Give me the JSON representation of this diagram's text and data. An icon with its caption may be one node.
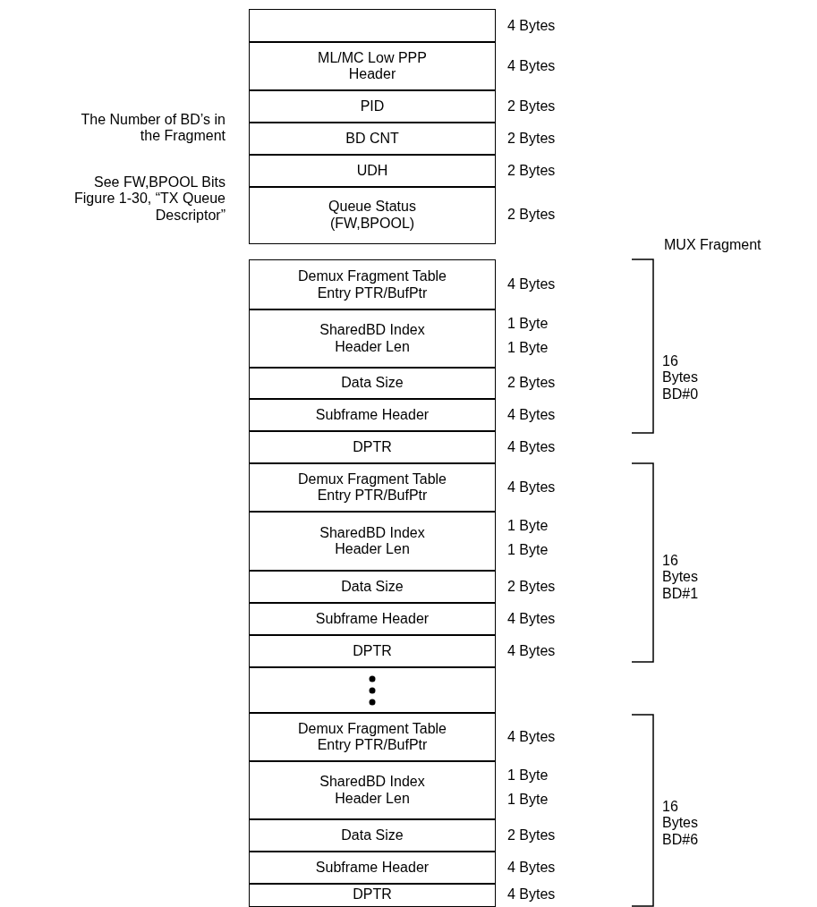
{
  "diagram": {
    "nodes": [
      {
        "text": [],
        "shape": "box",
        "beside": [
          "4 Bytes"
        ]
      },
      {
        "text": [
          "ML/MC Low PPP Header"
        ],
        "beside": [
          "4 Bytes"
        ]
      },
      {
        "text": [
          "PID"
        ],
        "beside": [
          "2 Bytes"
        ]
      },
      {
        "text": [
          "BD CNT"
        ],
        "beside": [
          "2 Bytes"
        ]
      },
      {
        "text": [
          "UDH"
        ],
        "beside": [
          "2 Bytes"
        ]
      },
      {
        "text": [
          "Queue Status (FW,BPOOL)"
        ],
        "beside": [
          "2 Bytes"
        ]
      },
      {
        "text": [
          "Demux Fragment Table Entry PTR/BufPtr"
        ],
        "beside": [
          "4 Bytes"
        ]
      },
      {
        "text": [
          "SharedBD Index Header Len"
        ],
        "beside": [
          "1 Byte",
          "1 Byte"
        ]
      },
      {
        "text": [
          "Data Size"
        ],
        "beside": [
          "2 Bytes"
        ]
      },
      {
        "text": [
          "Subframe Header"
        ],
        "beside": [
          "4 Bytes"
        ]
      },
      {
        "text": [
          "DPTR"
        ],
        "beside": [
          "4 Bytes"
        ]
      },
      {
        "text": [
          "Demux Fragment Table Entry PTR/BufPtr"
        ],
        "beside": [
          "4 Bytes"
        ]
      },
      {
        "text": [
          "SharedBD Index Header Len"
        ],
        "beside": [
          "1 Byte",
          "1 Byte"
        ]
      },
      {
        "text": [
          "Data Size"
        ],
        "beside": [
          "2 Bytes"
        ]
      },
      {
        "text": [
          "Subframe Header"
        ],
        "beside": [
          "4 Bytes"
        ]
      },
      {
        "text": [
          "DPTR"
        ],
        "beside": [
          "4 Bytes"
        ]
      },
      {
        "text": [],
        "shape": "box"
      },
      {
        "text": [
          "Demux Fragment Table Entry PTR/BufPtr"
        ],
        "beside": [
          "4 Bytes"
        ]
      },
      {
        "text": [
          "SharedBD Index Header Len"
        ],
        "beside": [
          "1 Byte",
          "1 Byte"
        ]
      },
      {
        "text": [
          "Data Size"
        ],
        "beside": [
          "2 Bytes"
        ]
      },
      {
        "text": [
          "Subframe Header"
        ],
        "beside": [
          "4 Bytes"
        ]
      },
      {
        "text": [
          "DPTR"
        ],
        "beside": [
          "4 Bytes"
        ]
      }
    ],
    "labels": [
      "The Number of BD’s in the Fragment",
      "See FW,BPOOL Bits Figure 1-30, “TX Queue Descriptor”",
      "MUX Fragment",
      "16 Bytes BD#0",
      "16 Bytes BD#1",
      "16 Bytes BD#6"
    ]
  }
}
